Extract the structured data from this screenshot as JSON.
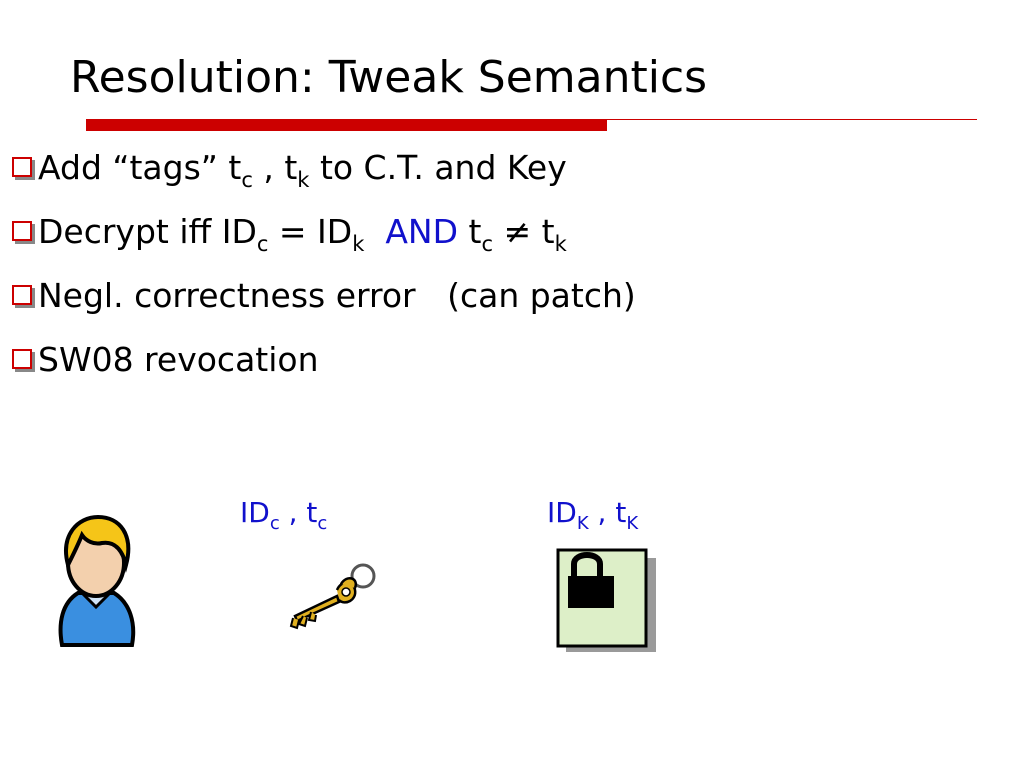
{
  "slide": {
    "title": "Resolution: Tweak Semantics"
  },
  "bullets": [
    {
      "parts": {
        "a": "Add “tags” t",
        "b": "c",
        "c": " , t",
        "d": "k",
        "e": " to C.T. and Key"
      }
    },
    {
      "parts": {
        "a": "Decrypt iff ID",
        "b": "c",
        "c": " = ID",
        "d": "k",
        "and": "AND",
        "e": " t",
        "f": "c",
        "neq": " ≠ t",
        "g": "k"
      }
    },
    {
      "text": "Negl. correctness error   (can patch)"
    },
    {
      "text": "SW08 revocation"
    }
  ],
  "labels": {
    "key": {
      "a": "ID",
      "b": "c",
      "c": " , t",
      "d": "c"
    },
    "lock": {
      "a": "ID",
      "b": "K",
      "c": " , t",
      "d": "K"
    }
  },
  "colors": {
    "accent_red": "#cc0000",
    "highlight_blue": "#1111cc"
  },
  "icons": [
    "user-icon",
    "key-icon",
    "locked-document-icon"
  ]
}
